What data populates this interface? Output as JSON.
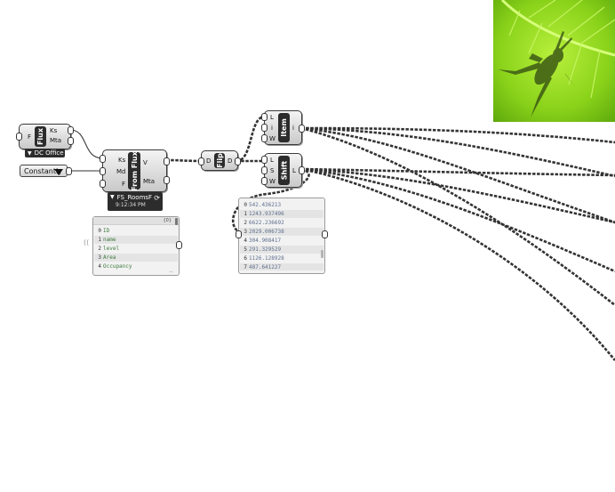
{
  "components": {
    "flux": {
      "nickname": "Flux",
      "input": "F",
      "outputs": [
        "Ks",
        "Mta"
      ],
      "dropdown": "DC Office"
    },
    "value_list": {
      "value": "Constantly"
    },
    "from_flux": {
      "nickname": "From Flux",
      "inputs": [
        "Ks",
        "Md",
        "F"
      ],
      "outputs": [
        "V",
        "Mta"
      ],
      "dropdown": "FS_RoomsF",
      "timestamp": "9:12:34 PM"
    },
    "flip": {
      "nickname": "Flip",
      "input": "D",
      "output": "D"
    },
    "item": {
      "nickname": "Item",
      "inputs": [
        "L",
        "i",
        "W"
      ],
      "output": "i"
    },
    "shift": {
      "nickname": "Shift",
      "inputs": [
        "L",
        "S",
        "W"
      ],
      "output": "L"
    }
  },
  "panel_keys": {
    "header": "{0}",
    "rows": [
      {
        "index": "0",
        "value": "ID"
      },
      {
        "index": "1",
        "value": "name"
      },
      {
        "index": "2",
        "value": "level"
      },
      {
        "index": "3",
        "value": "Area"
      },
      {
        "index": "4",
        "value": "Occupancy"
      }
    ],
    "footer": "..."
  },
  "panel_values": {
    "rows": [
      {
        "index": "0",
        "value": "542.436213"
      },
      {
        "index": "1",
        "value": "1243.937496"
      },
      {
        "index": "2",
        "value": "6622.236692"
      },
      {
        "index": "3",
        "value": "2029.006738"
      },
      {
        "index": "4",
        "value": "304.908417"
      },
      {
        "index": "5",
        "value": "291.329529"
      },
      {
        "index": "6",
        "value": "1126.128928"
      },
      {
        "index": "7",
        "value": "487.641227"
      }
    ]
  },
  "colors": {
    "canvas": "#ffffff",
    "component_dark": "#2c2c2c",
    "wire": "#333333",
    "leaf": "#8fd31e"
  },
  "icons": {
    "dropdown": "caret-down-icon",
    "refresh": "refresh-icon",
    "image": "grasshopper-on-leaf-image"
  }
}
